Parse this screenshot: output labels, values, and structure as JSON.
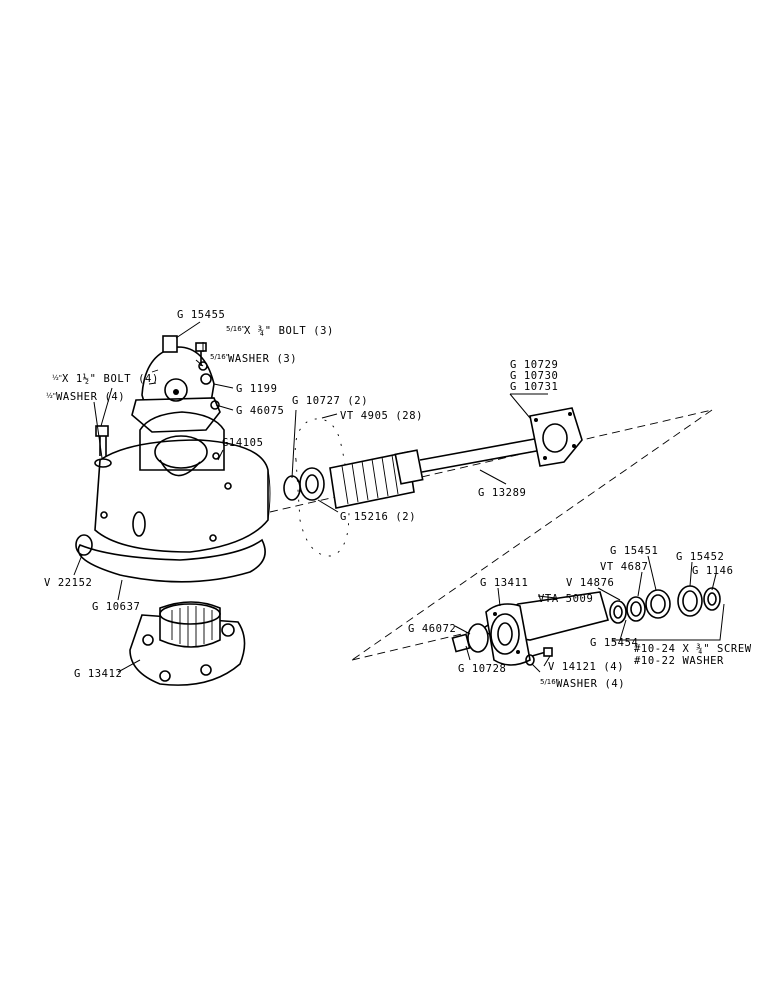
{
  "labels": {
    "g15455": "G 15455",
    "bolt_5_16": "X ¾\" BOLT (3)",
    "washer_5_16": "WASHER (3)",
    "g1199": "G 1199",
    "g46075": "G 46075",
    "g14105": "G14105",
    "bolt_half": "X 1½\" BOLT (4)",
    "washer_half": "WASHER (4)",
    "v22152": "V 22152",
    "g10637": "G 10637",
    "g13412": "G 13412",
    "g10727": "G 10727 (2)",
    "vt4905": "VT 4905 (28)",
    "g15216": "G 15216 (2)",
    "g10729": "G 10729",
    "g10730": "G 10730",
    "g10731": "G 10731",
    "g13289": "G 13289",
    "g13411": "G 13411",
    "g46072": "G 46072",
    "g10728": "G 10728",
    "vta5009": "VTA 5009",
    "v14876": "V 14876",
    "vt4687": "VT 4687",
    "g15451": "G 15451",
    "g15452": "G 15452",
    "g1146": "G 1146",
    "g15454": "G 15454",
    "v14121": "V 14121 (4)",
    "washer_5_16_b": "WASHER (4)",
    "screw_1024": "#10-24 X ¾\" SCREW",
    "washer_1022": "#10-22 WASHER"
  },
  "fractions": {
    "five_sixteenths": "5/16\"",
    "half": "½\""
  }
}
